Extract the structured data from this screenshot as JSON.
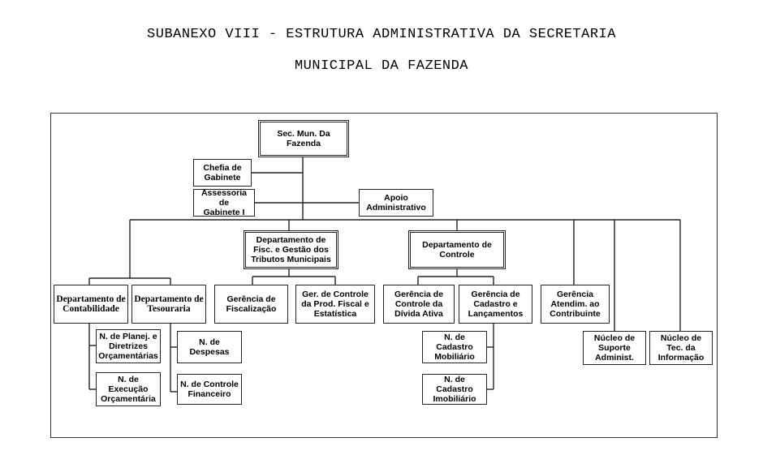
{
  "title": {
    "line1": "SUBANEXO VIII - ESTRUTURA ADMINISTRATIVA DA SECRETARIA",
    "line2": "MUNICIPAL DA FAZENDA"
  },
  "org": {
    "sec": "Sec. Mun. Da\nFazenda",
    "chefia": "Chefia de\nGabinete",
    "assessoria": "Assessoria de\nGabinete I",
    "apoio": "Apoio\nAdministrativo",
    "dep_fisc": "Departamento de\nFisc. e Gestão dos\nTributos Municipais",
    "dep_controle": "Departamento de\nControle",
    "dep_contab": "Departamento de\nContabilidade",
    "dep_tesour": "Departamento de\nTesouraria",
    "ger_fisc": "Gerência de\nFiscalização",
    "ger_ctrl_prod": "Ger. de Controle\nda Prod. Fiscal e\nEstatística",
    "ger_divida": "Gerência de\nControle da\nDívida Ativa",
    "ger_cadastro": "Gerência de\nCadastro e\nLançamentos",
    "ger_atend": "Gerência\nAtendim. ao\nContribuinte",
    "nuc_suporte": "Núcleo de\nSuporte\nAdminist.",
    "nuc_tec": "Núcleo de\nTec. da\nInformação",
    "n_planej": "N. de Planej. e\nDiretrizes\nOrçamentárias",
    "n_exec": "N. de\nExecução\nOrçamentária",
    "n_despesas": "N. de\nDespesas",
    "n_ctrl_fin": "N. de Controle\nFinanceiro",
    "n_cad_mob": "N. de Cadastro\nMobiliário",
    "n_cad_imob": "N. de Cadastro\nImobiliário"
  }
}
